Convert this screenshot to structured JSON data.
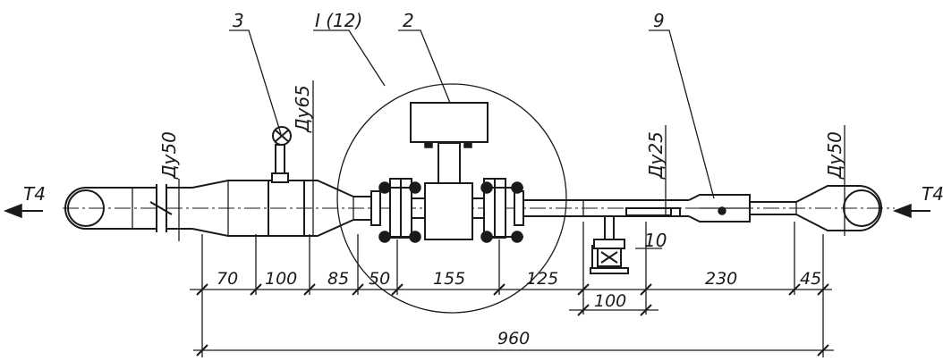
{
  "callouts": {
    "c3": "3",
    "c1": "I (12)",
    "c2": "2",
    "c9": "9",
    "c10": "10"
  },
  "flow": {
    "left": "T4",
    "right": "T4"
  },
  "diameters": {
    "d1": "Ду50",
    "d2": "Ду65",
    "d3": "Ду25",
    "d4": "Ду50"
  },
  "dims": {
    "d70": "70",
    "d100a": "100",
    "d85": "85",
    "d50": "50",
    "d155": "155",
    "d125": "125",
    "d100b": "100",
    "d230": "230",
    "d45": "45",
    "d960": "960"
  }
}
